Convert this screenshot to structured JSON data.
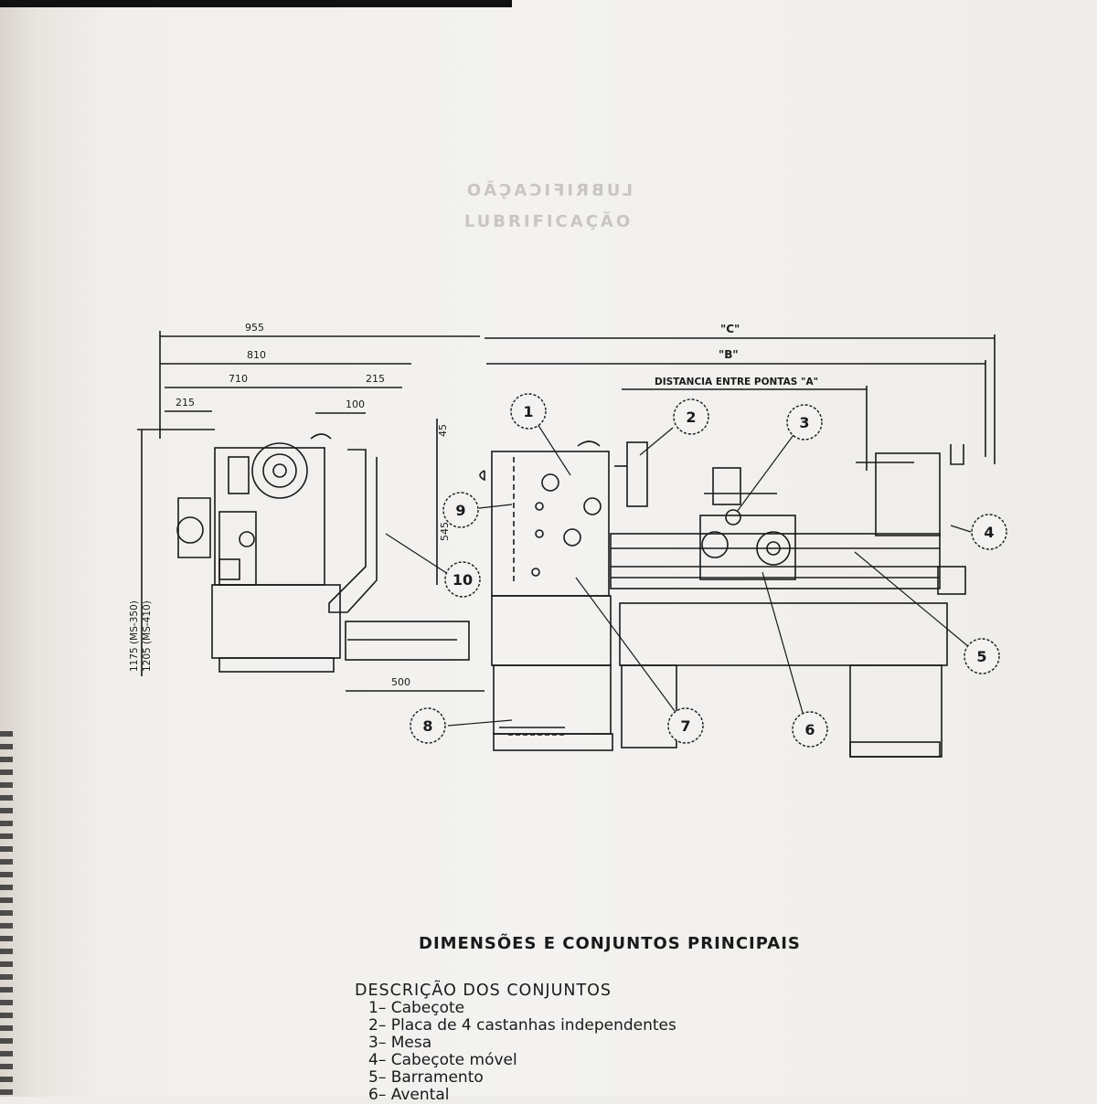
{
  "ghost": {
    "title_mirror": "LUBRIFICAÇÃO",
    "title": "LUBRIFICAÇÃO"
  },
  "drawing": {
    "dims": {
      "d955": "955",
      "d810": "810",
      "d710": "710",
      "d215a": "215",
      "d215b": "215",
      "d100": "100",
      "d45": "45",
      "d545": "545",
      "d500": "500",
      "h1175": "1175 (MS-350)",
      "h1205": "1205 (MS-410)",
      "labelC": "\"C\"",
      "labelB": "\"B\"",
      "labelA": "DISTANCIA ENTRE PONTAS \"A\""
    },
    "callouts": [
      "1",
      "2",
      "3",
      "4",
      "5",
      "6",
      "7",
      "8",
      "9",
      "10"
    ]
  },
  "heading": "DIMENSÕES E CONJUNTOS PRINCIPAIS",
  "description": {
    "title": "DESCRIÇÃO DOS CONJUNTOS",
    "items": [
      "1– Cabeçote",
      "2– Placa de 4 castanhas independentes",
      "3– Mesa",
      "4– Cabeçote móvel",
      "5– Barramento",
      "6– Avental"
    ]
  }
}
